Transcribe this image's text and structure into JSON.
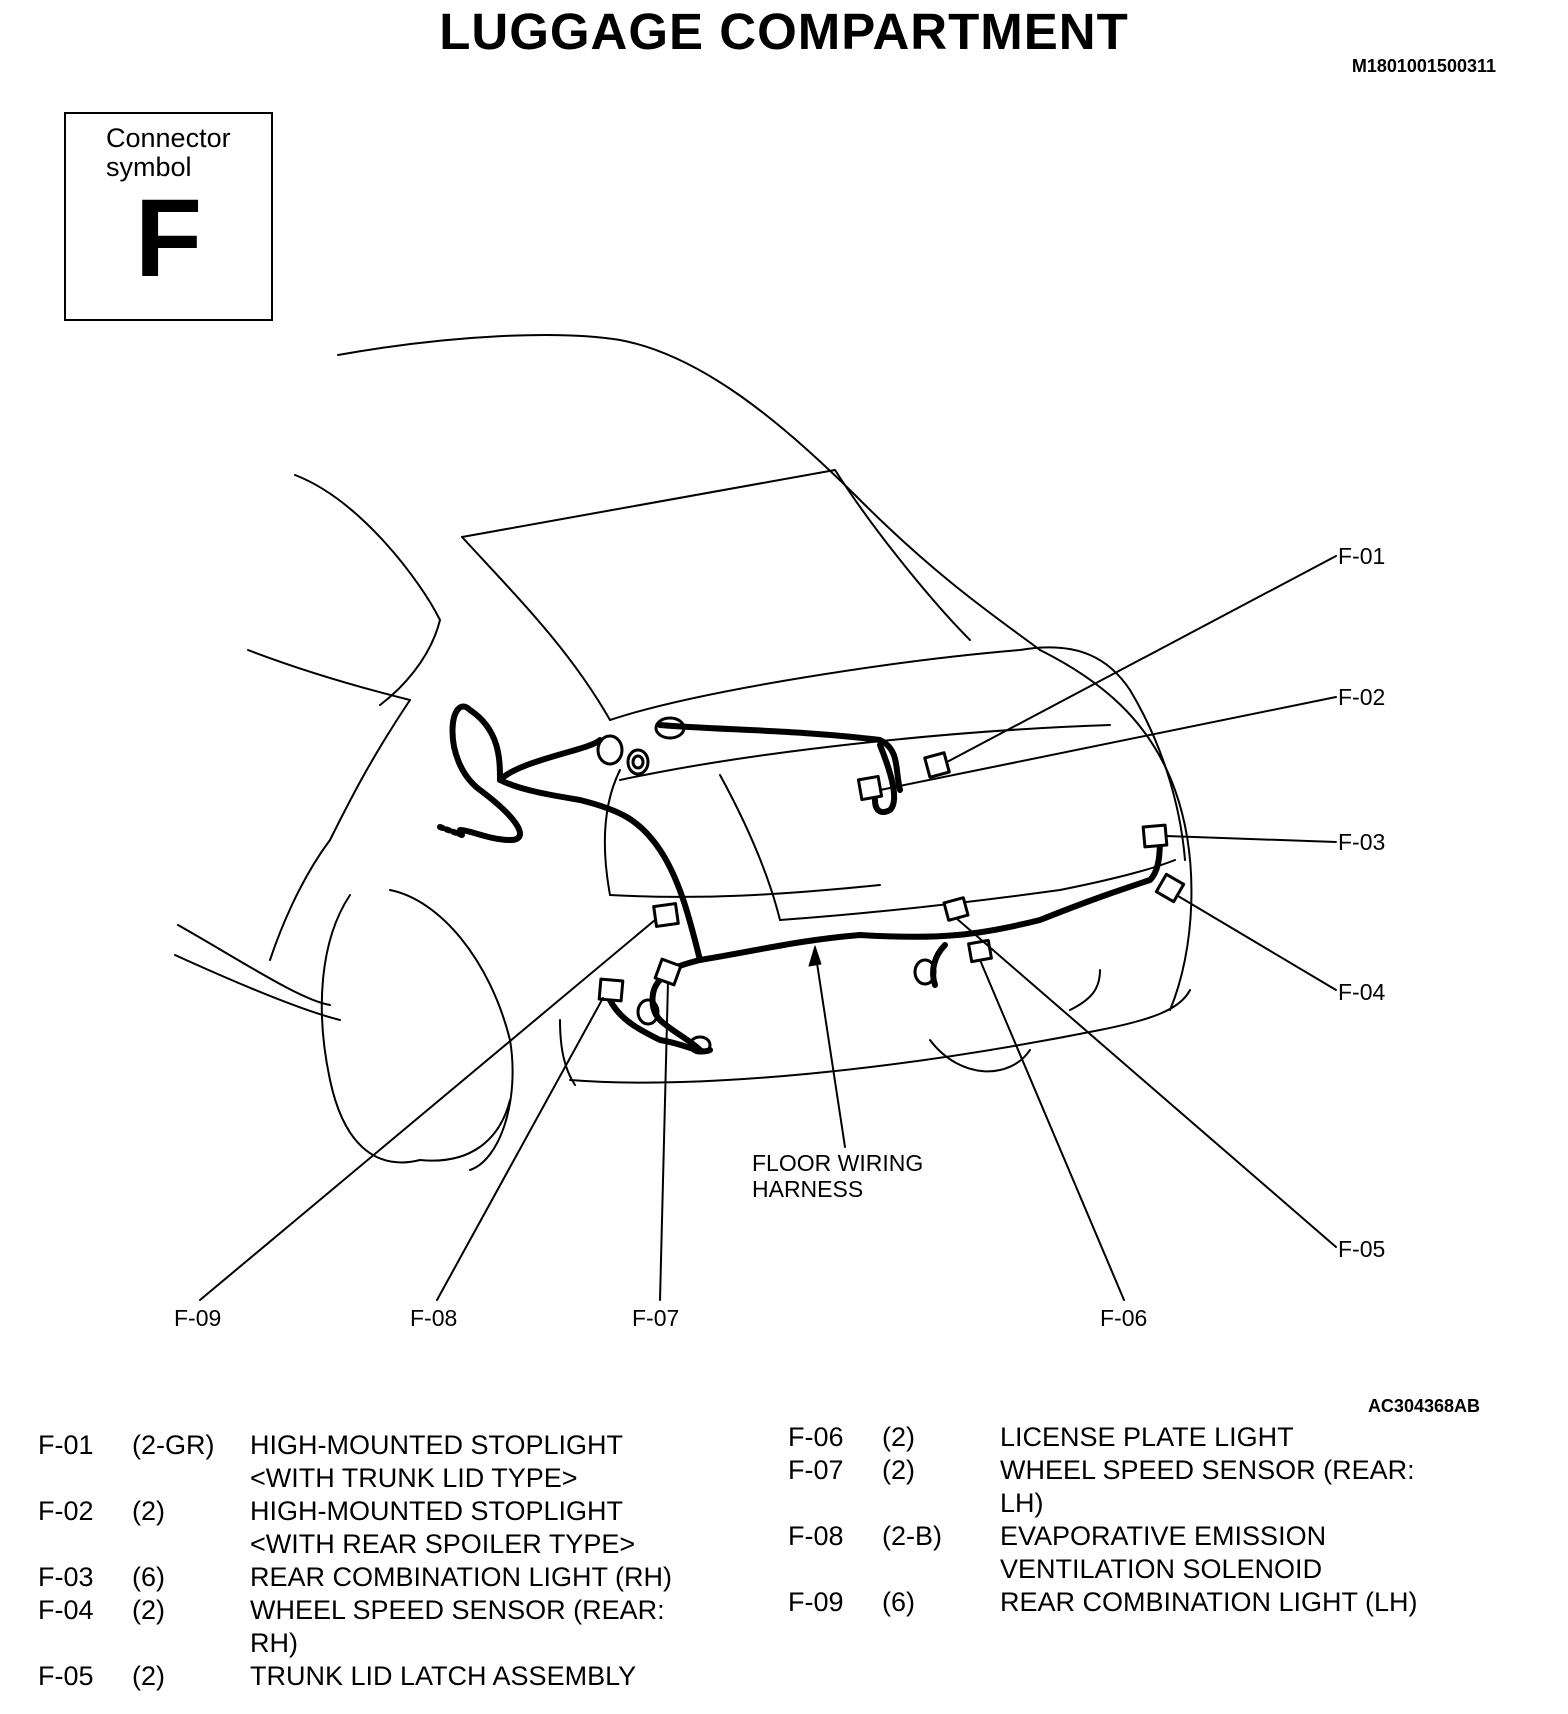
{
  "title": "LUGGAGE COMPARTMENT",
  "doc_id": "M1801001500311",
  "figure_id": "AC304368AB",
  "connector_symbol": {
    "caption_line1": "Connector",
    "caption_line2": "symbol",
    "letter": "F"
  },
  "harness_label": {
    "line1": "FLOOR WIRING",
    "line2": "HARNESS"
  },
  "callouts": [
    "F-01",
    "F-02",
    "F-03",
    "F-04",
    "F-05",
    "F-06",
    "F-07",
    "F-08",
    "F-09"
  ],
  "legend_left": [
    {
      "code": "F-01",
      "spec": "(2-GR)",
      "lines": [
        "HIGH-MOUNTED STOPLIGHT",
        "<WITH TRUNK LID TYPE>"
      ]
    },
    {
      "code": "F-02",
      "spec": "(2)",
      "lines": [
        "HIGH-MOUNTED STOPLIGHT",
        "<WITH REAR SPOILER TYPE>"
      ]
    },
    {
      "code": "F-03",
      "spec": "(6)",
      "lines": [
        "REAR COMBINATION LIGHT (RH)"
      ]
    },
    {
      "code": "F-04",
      "spec": "(2)",
      "lines": [
        "WHEEL SPEED SENSOR (REAR:",
        "RH)"
      ]
    },
    {
      "code": "F-05",
      "spec": "(2)",
      "lines": [
        "TRUNK LID LATCH ASSEMBLY"
      ]
    }
  ],
  "legend_right": [
    {
      "code": "F-06",
      "spec": "(2)",
      "lines": [
        "LICENSE PLATE LIGHT"
      ]
    },
    {
      "code": "F-07",
      "spec": "(2)",
      "lines": [
        "WHEEL SPEED SENSOR (REAR:",
        "LH)"
      ]
    },
    {
      "code": "F-08",
      "spec": "(2-B)",
      "lines": [
        "EVAPORATIVE EMISSION",
        "VENTILATION SOLENOID"
      ]
    },
    {
      "code": "F-09",
      "spec": "(6)",
      "lines": [
        "REAR COMBINATION LIGHT (LH)"
      ]
    }
  ]
}
